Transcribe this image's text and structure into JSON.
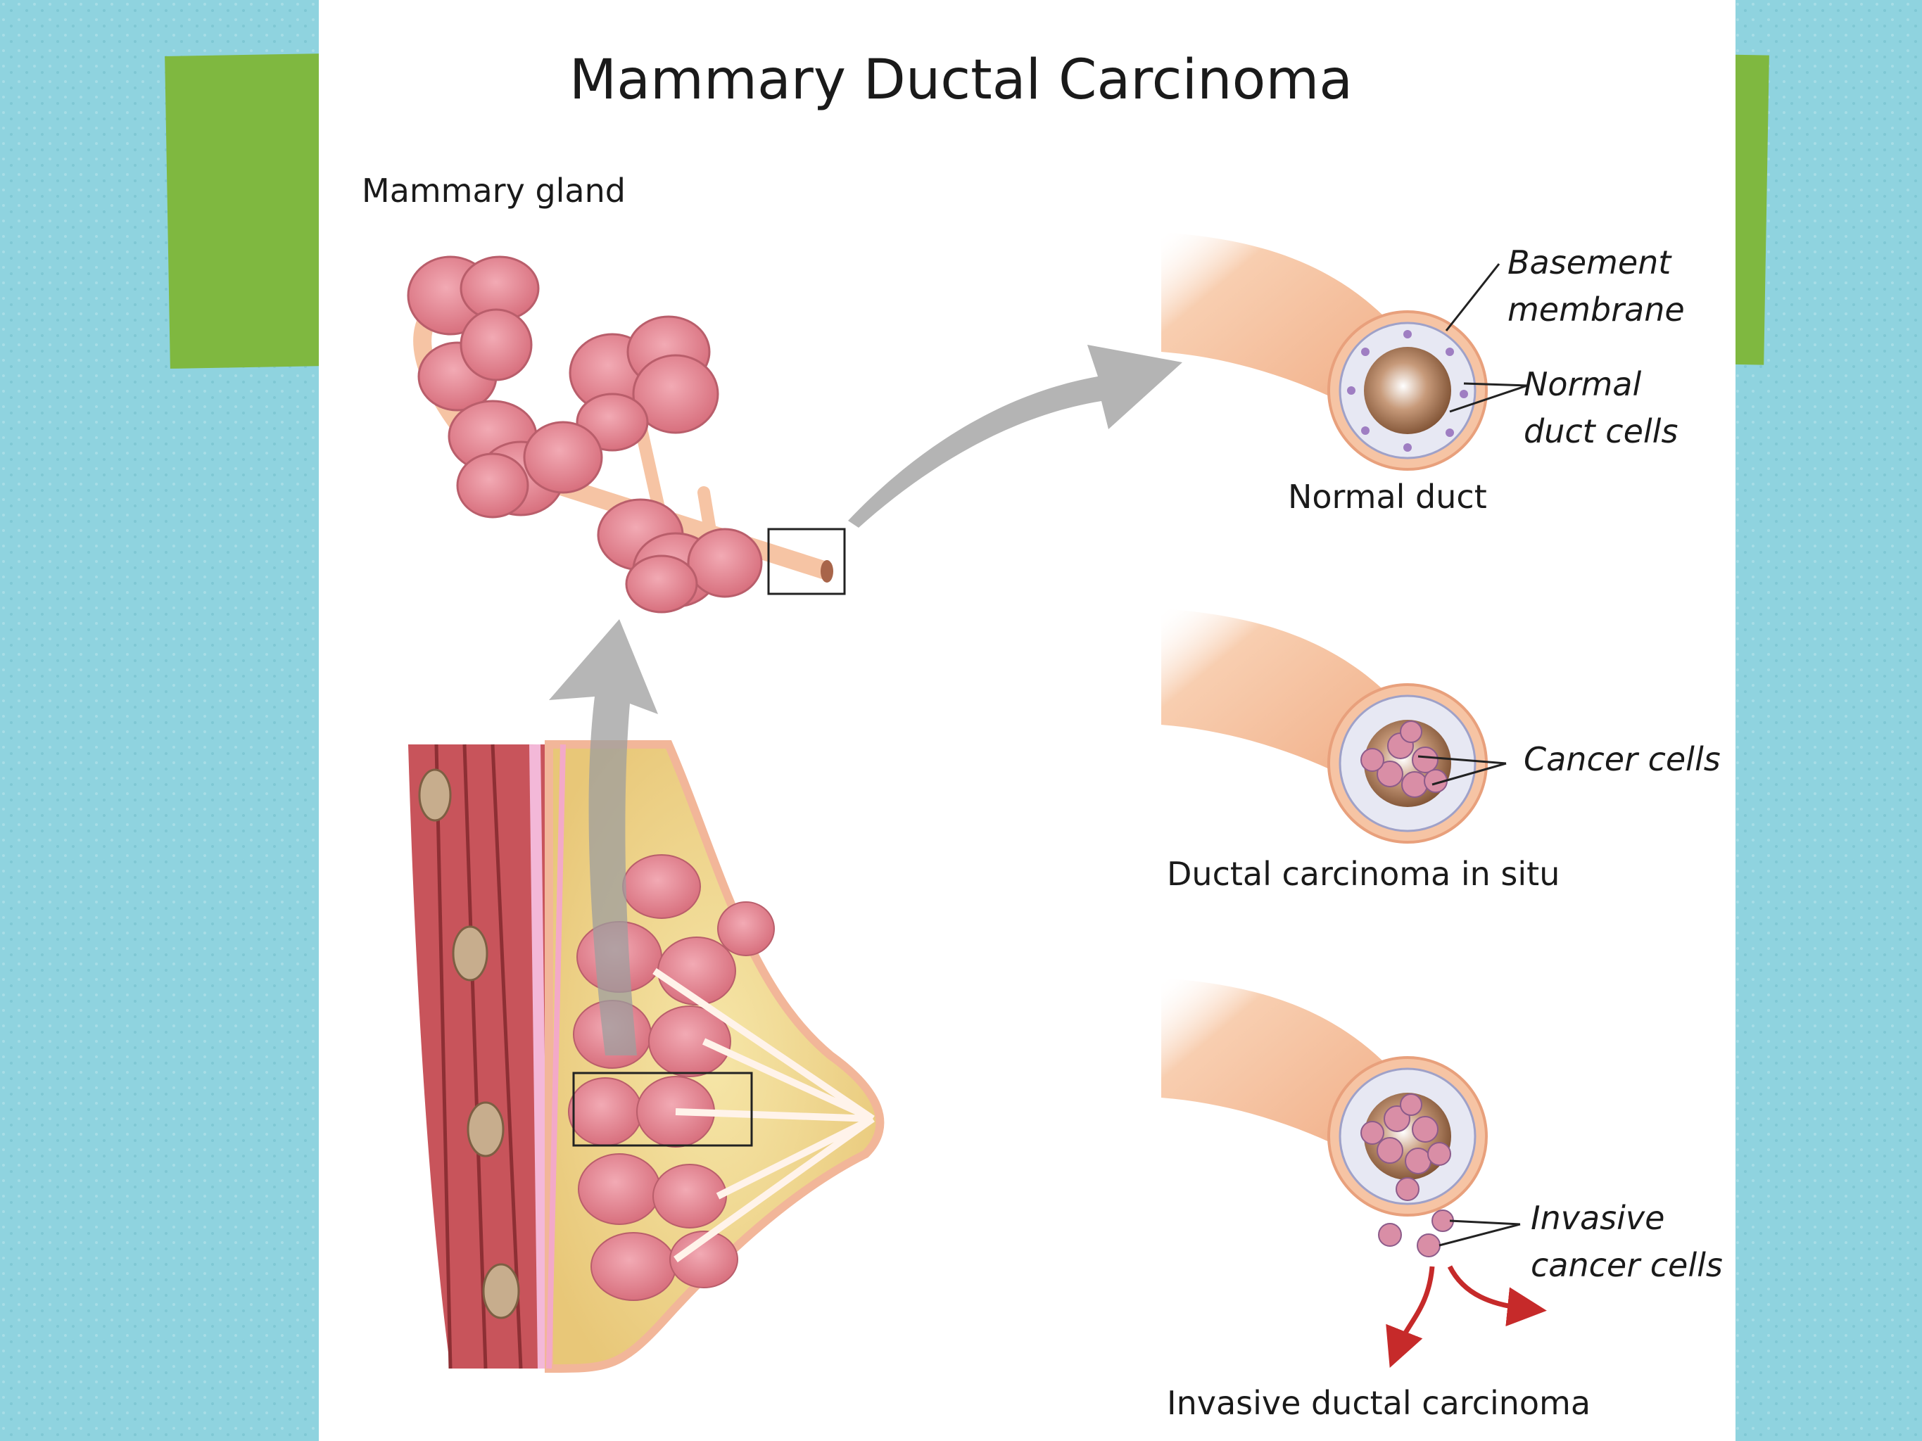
{
  "title": "Mammary Ductal Carcinoma",
  "labels": {
    "mammary_gland": "Mammary gland",
    "basement_membrane_1": "Basement",
    "basement_membrane_2": "membrane",
    "normal_cells_1": "Normal",
    "normal_cells_2": "duct cells",
    "normal_duct": "Normal duct",
    "cancer_cells": "Cancer cells",
    "dcis": "Ductal carcinoma in situ",
    "invasive_cells_1": "Invasive",
    "invasive_cells_2": "cancer cells",
    "idc": "Invasive ductal carcinoma"
  },
  "colors": {
    "background": "#8fd3df",
    "tab_green": "#7fb840",
    "muscle": "#c8545b",
    "fat": "#f1d98a",
    "lobule": "#e58b98",
    "duct": "#f6c4a4",
    "arrow_gray": "#b4b4b4",
    "arrow_red": "#c62a2a",
    "cell": "#9f7ec2"
  }
}
